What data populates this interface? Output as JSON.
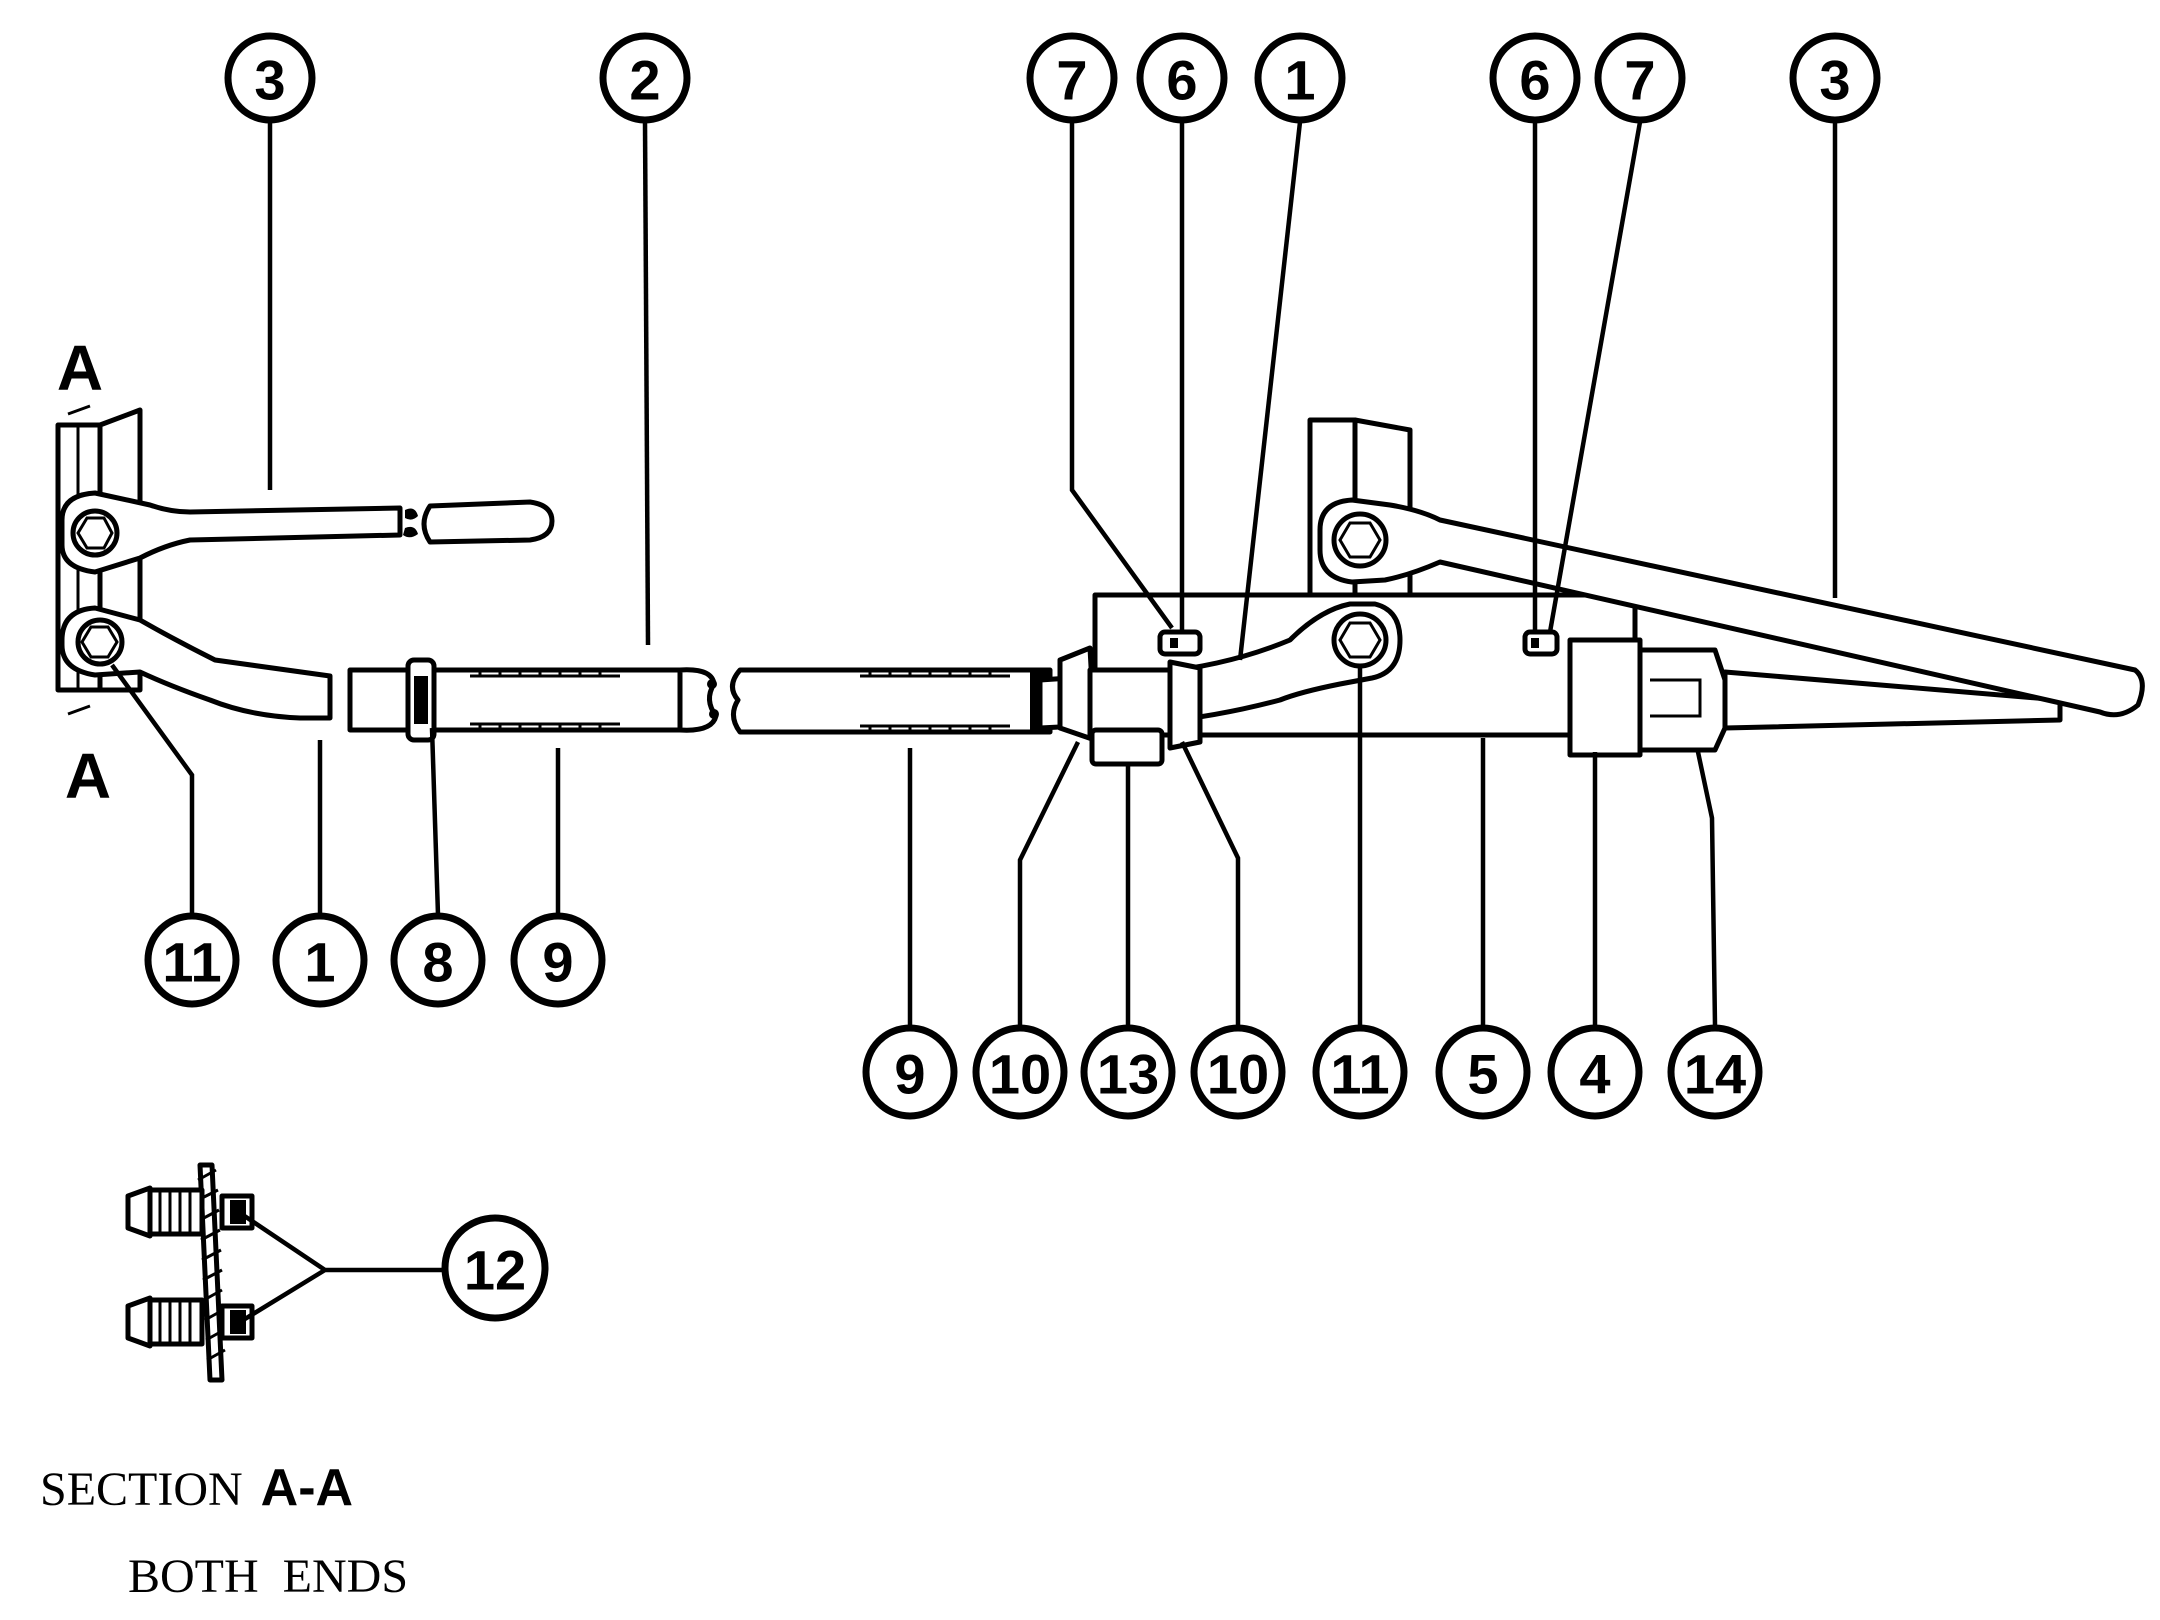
{
  "section_marker": {
    "top": "A",
    "bottom": "A"
  },
  "callouts": {
    "c_top_3_left": "3",
    "c_top_2": "2",
    "c_top_7_a": "7",
    "c_top_6_a": "6",
    "c_top_1": "1",
    "c_top_6_b": "6",
    "c_top_7_b": "7",
    "c_top_3_right": "3",
    "c_low_11_left": "11",
    "c_low_1": "1",
    "c_low_8": "8",
    "c_low_9_left": "9",
    "c_low_9_right": "9",
    "c_low_10_a": "10",
    "c_low_13": "13",
    "c_low_10_b": "10",
    "c_low_11_right": "11",
    "c_low_5": "5",
    "c_low_4": "4",
    "c_low_14": "14",
    "c_12": "12"
  },
  "caption": {
    "section_word": "SECTION",
    "section_id": "A-A",
    "both_ends": "BOTH  ENDS"
  },
  "colors": {
    "ink": "#000000",
    "paper": "#ffffff"
  }
}
